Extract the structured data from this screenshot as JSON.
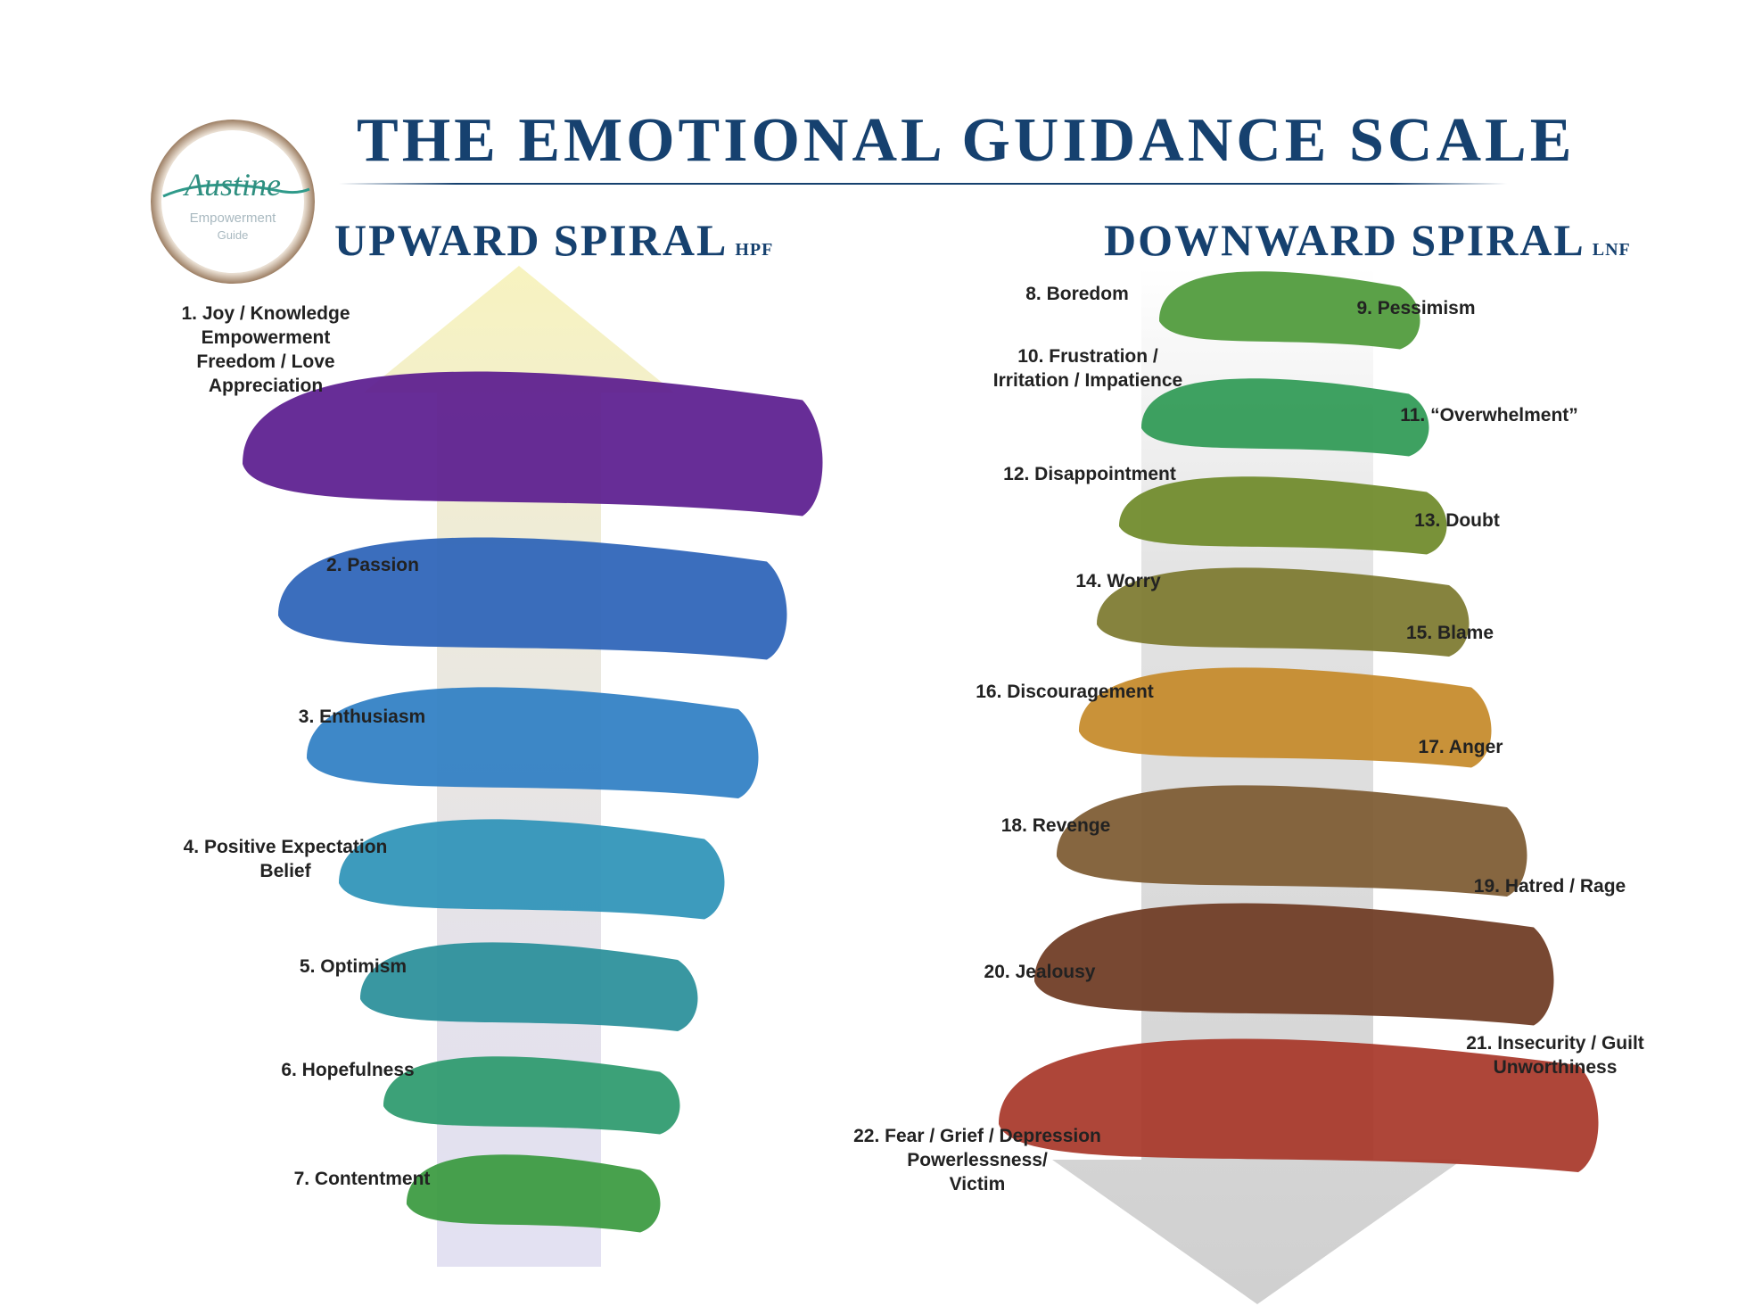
{
  "title": "THE EMOTIONAL GUIDANCE SCALE",
  "logo": {
    "script": "Austine",
    "line1": "Empowerment",
    "line2": "Guide"
  },
  "upward": {
    "heading": "UPWARD SPIRAL",
    "abbr": "HPF",
    "labels": [
      [
        "1. Joy / Knowledge",
        "Empowerment",
        "Freedom / Love",
        "Appreciation"
      ],
      [
        "2. Passion"
      ],
      [
        "3. Enthusiasm"
      ],
      [
        "4. Positive Expectation",
        "Belief"
      ],
      [
        "5. Optimism"
      ],
      [
        "6. Hopefulness"
      ],
      [
        "7. Contentment"
      ]
    ]
  },
  "downward": {
    "heading": "DOWNWARD SPIRAL",
    "abbr": "LNF",
    "labels": [
      [
        "8. Boredom"
      ],
      [
        "9. Pessimism"
      ],
      [
        "10. Frustration /",
        "Irritation / Impatience"
      ],
      [
        "11. “Overwhelment”"
      ],
      [
        "12. Disappointment"
      ],
      [
        "13. Doubt"
      ],
      [
        "14. Worry"
      ],
      [
        "15. Blame"
      ],
      [
        "16. Discouragement"
      ],
      [
        "17. Anger"
      ],
      [
        "18. Revenge"
      ],
      [
        "19. Hatred / Rage"
      ],
      [
        "20. Jealousy"
      ],
      [
        "21. Insecurity / Guilt",
        "Unworthiness"
      ],
      [
        "22. Fear / Grief / Depression",
        "Powerlessness/",
        "Victim"
      ]
    ]
  },
  "colors": {
    "heading": "#16416f",
    "up_arrow_top": "#f4f0b8",
    "up_arrow_bottom": "#c9c6e6",
    "down_arrow": "#d4d4d4",
    "up_bands": [
      "#5b1d8f",
      "#2c63b8",
      "#2f7fc4",
      "#2e93b8",
      "#2a8f9a",
      "#2d9a6e",
      "#3a9a40"
    ],
    "down_bands": [
      "#4f9a3a",
      "#2f9a55",
      "#6f8a2a",
      "#7d7a2f",
      "#c58a2a",
      "#7d5a32",
      "#6e3a22",
      "#a8382a",
      "#c23a2e",
      "#d83a2e"
    ]
  }
}
